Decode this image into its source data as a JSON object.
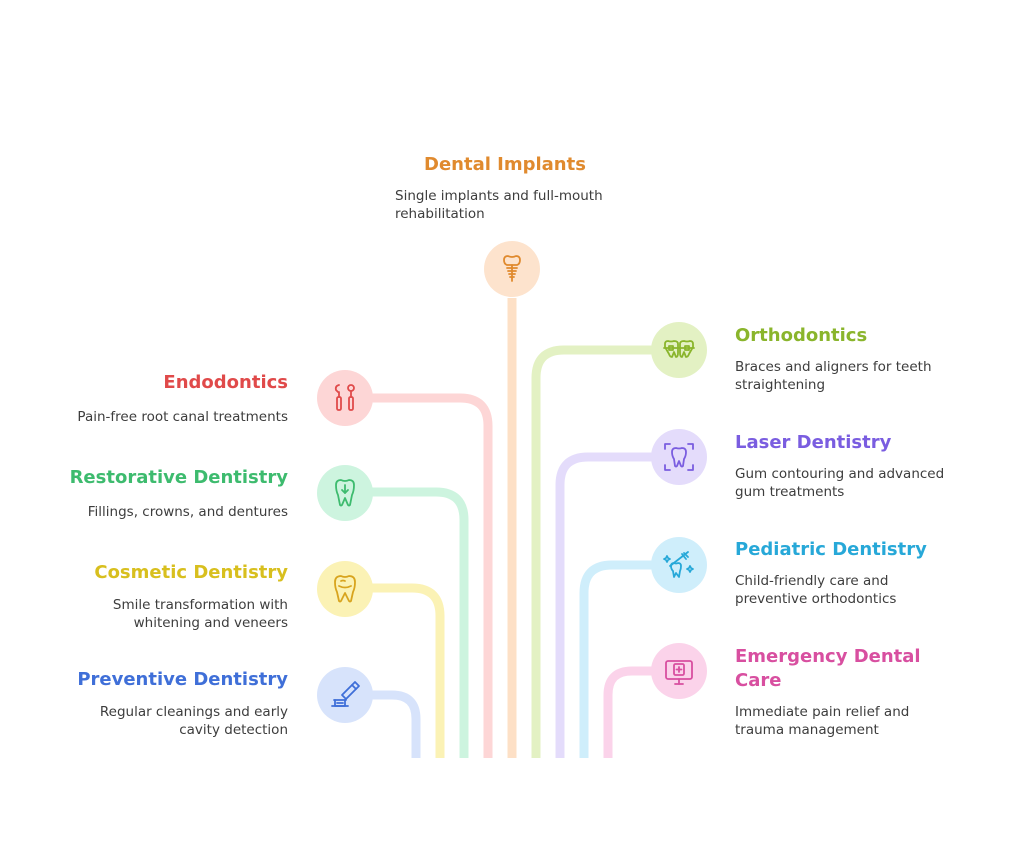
{
  "colors": {
    "implants": "#e08a2e",
    "endodontics": "#e04a4a",
    "restorative": "#3dbb6e",
    "cosmetic": "#d8bf1e",
    "preventive": "#3f6fd8",
    "orthodontics": "#8ab52c",
    "laser": "#7a5de0",
    "pediatric": "#27a8d8",
    "emergency": "#d84fa0"
  },
  "items": {
    "implants": {
      "title": "Dental Implants",
      "desc1": "Single implants and full-mouth",
      "desc2": "rehabilitation",
      "icon": "dental-implant-icon"
    },
    "endodontics": {
      "title": "Endodontics",
      "desc1": "Pain-free root canal treatments",
      "desc2": "",
      "icon": "dental-probe-icon"
    },
    "restorative": {
      "title": "Restorative Dentistry",
      "desc1": "Fillings, crowns, and dentures",
      "desc2": "",
      "icon": "tooth-filling-icon"
    },
    "cosmetic": {
      "title": "Cosmetic Dentistry",
      "desc1": "Smile transformation with",
      "desc2": "whitening and veneers",
      "icon": "tooth-icon"
    },
    "preventive": {
      "title": "Preventive Dentistry",
      "desc1": "Regular cleanings and early",
      "desc2": "cavity detection",
      "icon": "toothpaste-icon"
    },
    "orthodontics": {
      "title": "Orthodontics",
      "desc1": "Braces and aligners for teeth",
      "desc2": "straightening",
      "icon": "braces-icon"
    },
    "laser": {
      "title": "Laser Dentistry",
      "desc1": "Gum contouring and advanced",
      "desc2": "gum treatments",
      "icon": "tooth-scan-icon"
    },
    "pediatric": {
      "title": "Pediatric Dentistry",
      "desc1": "Child-friendly care and",
      "desc2": "preventive orthodontics",
      "icon": "toothbrush-sparkle-icon"
    },
    "emergency": {
      "title1": "Emergency Dental",
      "title2": "Care",
      "desc1": "Immediate pain relief and",
      "desc2": "trauma management",
      "icon": "medical-monitor-icon"
    }
  }
}
